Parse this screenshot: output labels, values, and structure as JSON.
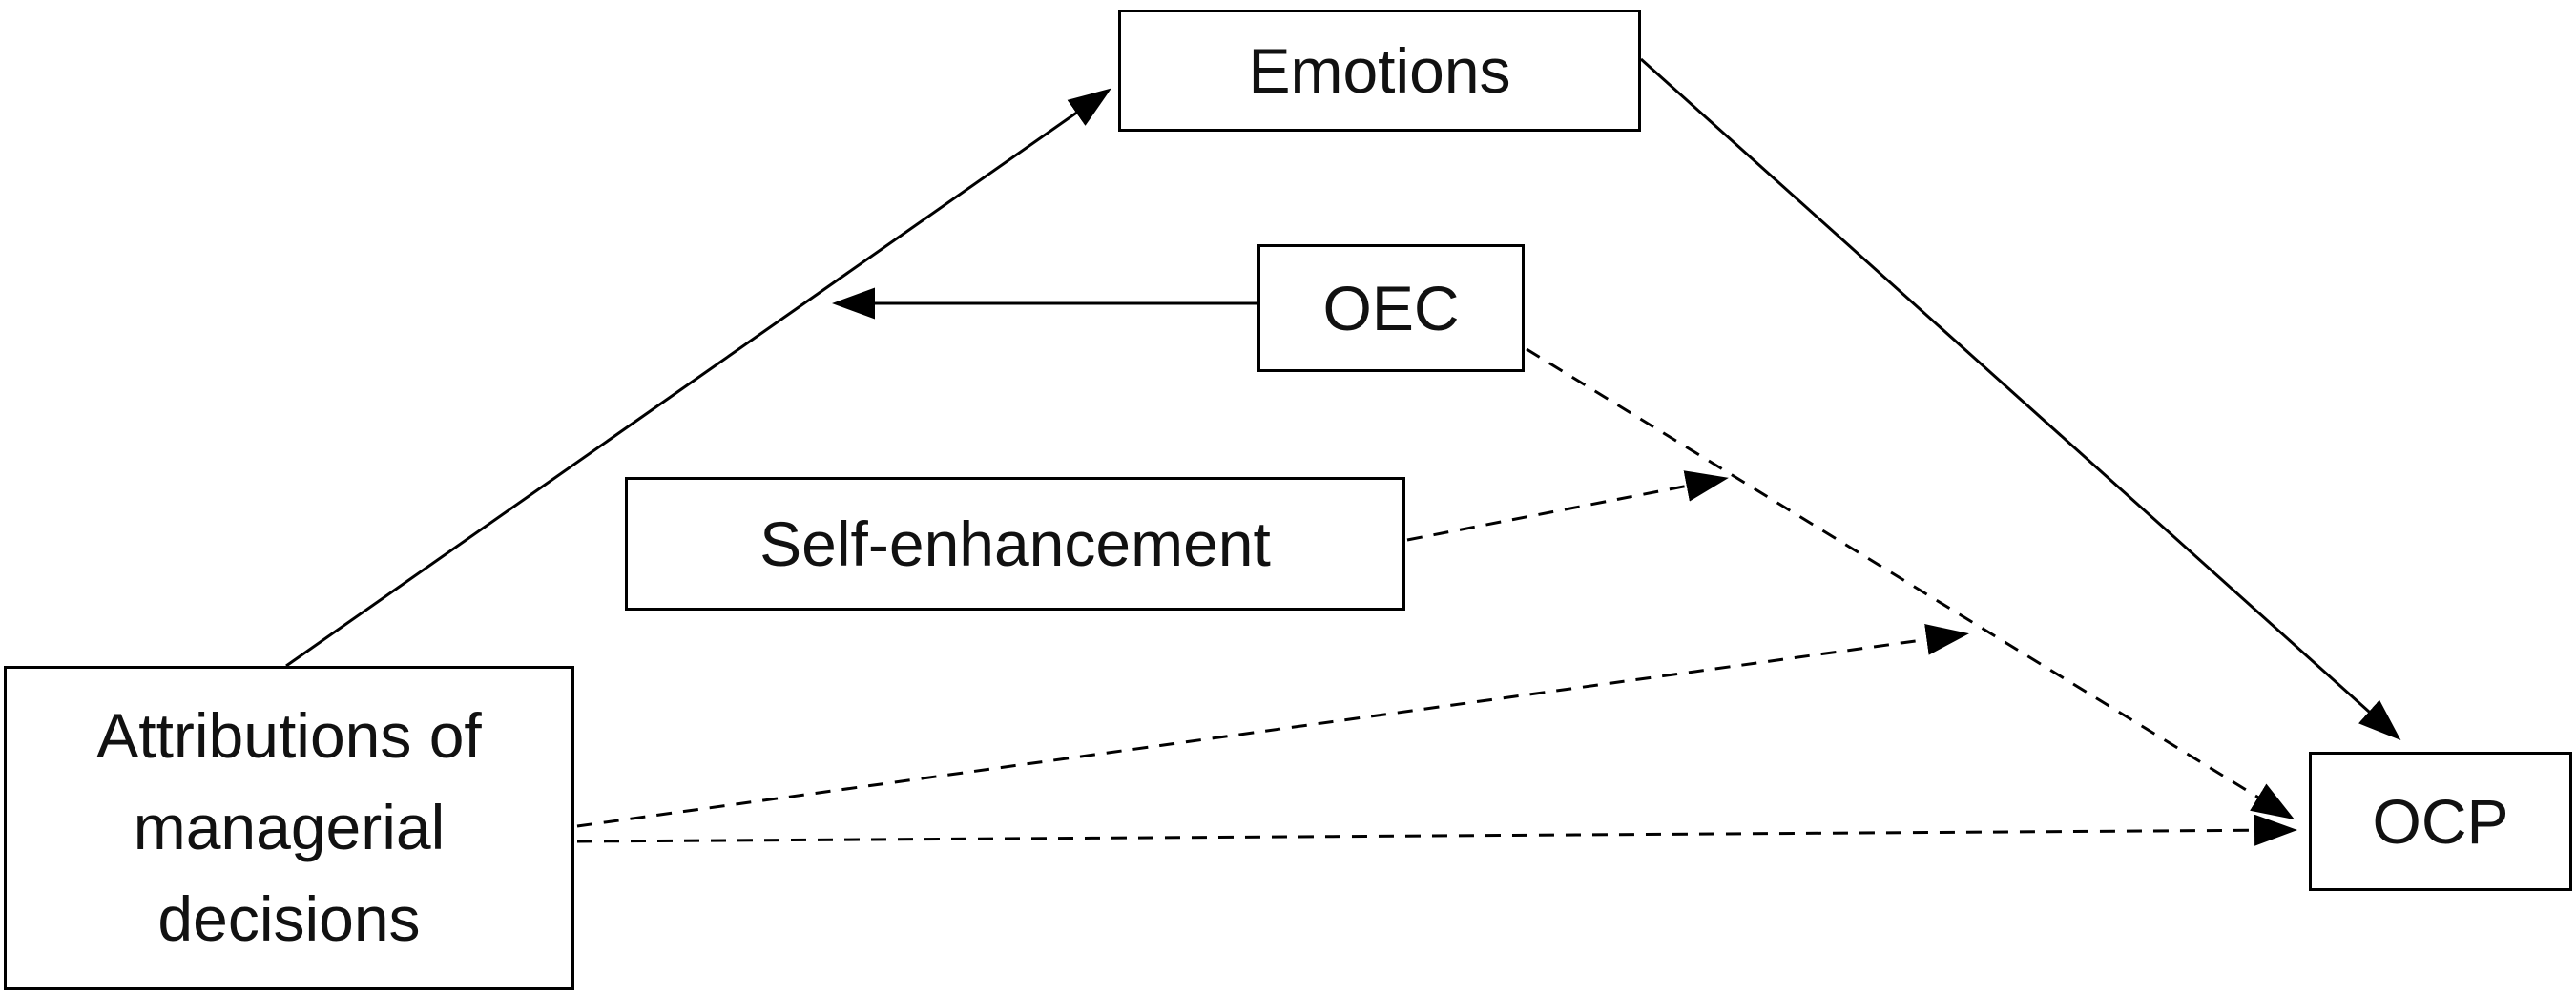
{
  "diagram": {
    "title": "",
    "nodes": {
      "emotions": {
        "label": "Emotions"
      },
      "oec": {
        "label": "OEC"
      },
      "self_enhancement": {
        "label": "Self-enhancement"
      },
      "attributions": {
        "label": "Attributions of managerial decisions",
        "lines": [
          "Attributions of",
          "managerial",
          "decisions"
        ]
      },
      "ocp": {
        "label": "OCP"
      }
    },
    "edges": [
      {
        "from": "attributions",
        "to": "emotions",
        "style": "solid",
        "kind": "direct"
      },
      {
        "from": "emotions",
        "to": "ocp",
        "style": "solid",
        "kind": "direct"
      },
      {
        "from": "oec",
        "to": "attributions-emotions-path",
        "style": "solid",
        "kind": "moderation"
      },
      {
        "from": "oec",
        "to": "ocp",
        "style": "dashed",
        "kind": "direct"
      },
      {
        "from": "self_enhancement",
        "to": "oec-ocp-path",
        "style": "dashed",
        "kind": "moderation"
      },
      {
        "from": "attributions",
        "to": "oec-ocp-path",
        "style": "dashed",
        "kind": "moderation"
      },
      {
        "from": "attributions",
        "to": "ocp",
        "style": "dashed",
        "kind": "direct"
      }
    ],
    "colors": {
      "line": "#000000",
      "box_border": "#000000",
      "background": "#ffffff",
      "text": "#111111"
    }
  }
}
